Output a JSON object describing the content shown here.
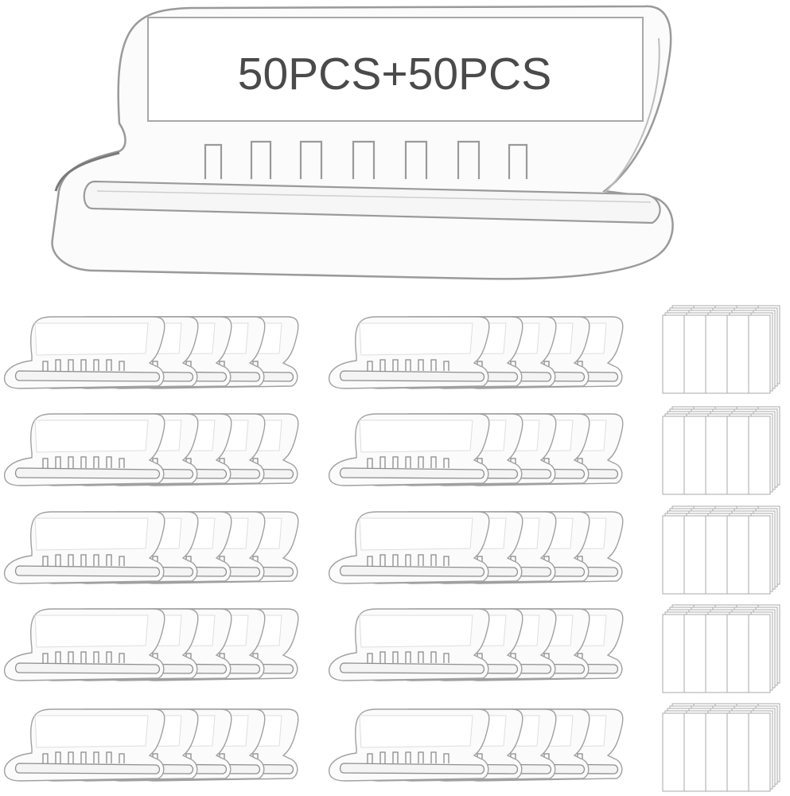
{
  "hero": {
    "label": "50PCS+50PCS"
  },
  "grid": {
    "rows": 5,
    "tab_columns": 2,
    "tabs_per_group": 5,
    "insert_stacks": 5
  },
  "icons": {
    "tab": "hanging-file-folder-tab-icon",
    "insert": "blank-label-insert-stack-icon"
  },
  "colors": {
    "background": "#ffffff",
    "outline": "#b9b9b9",
    "outline_dark": "#8c8c8c",
    "label_text": "#4a4a4a",
    "plastic_fill": "#fbfbfb"
  }
}
